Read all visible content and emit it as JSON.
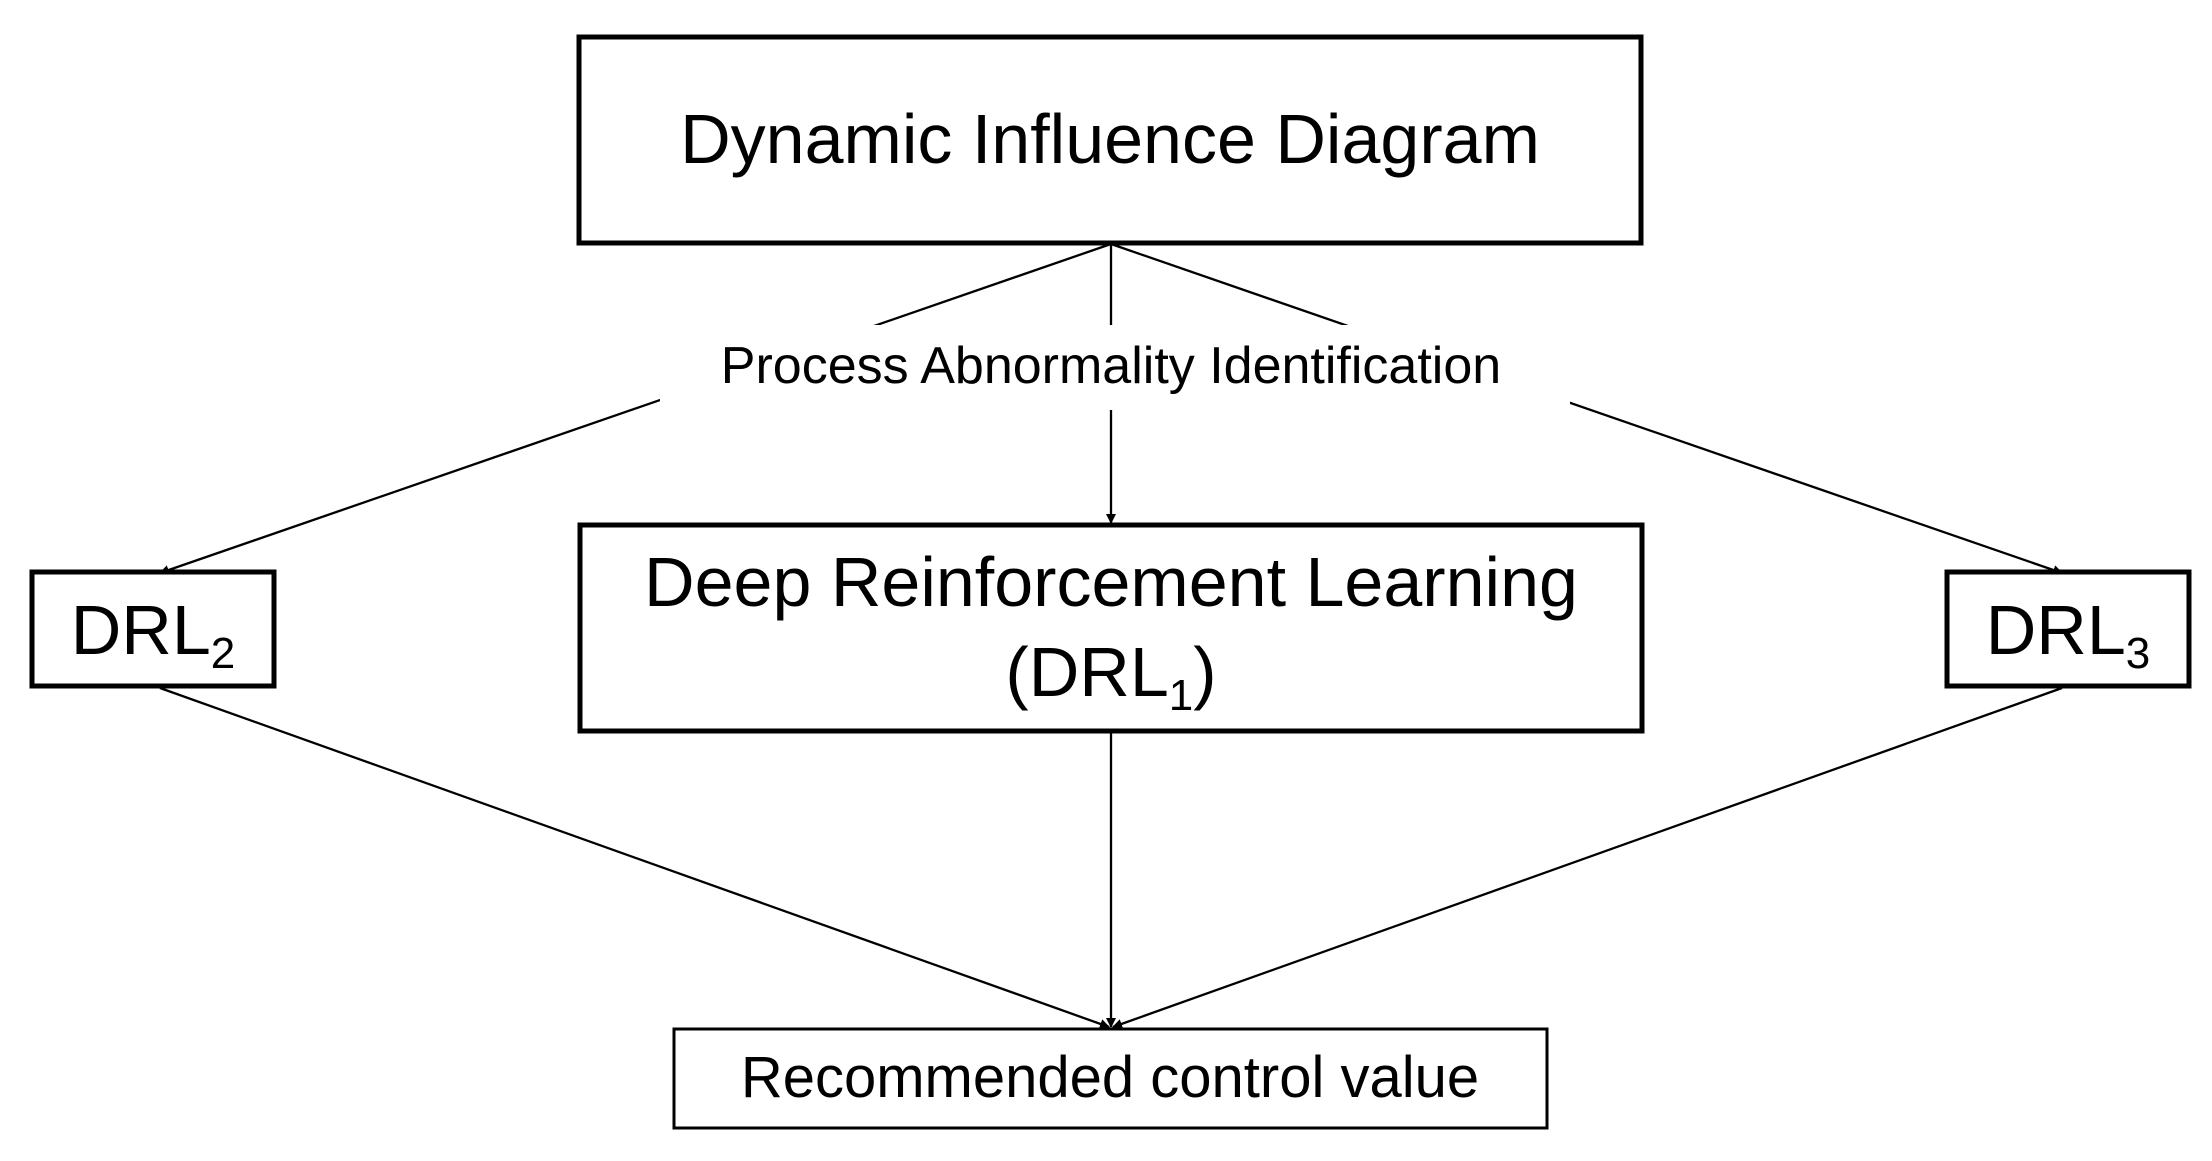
{
  "nodes": {
    "dynamic_influence_diagram": {
      "label": "Dynamic Influence Diagram"
    },
    "drl1": {
      "label_line1": "Deep Reinforcement Learning",
      "label_line2_prefix": "(DRL",
      "label_line2_sub": "1",
      "label_line2_suffix": ")"
    },
    "drl2": {
      "label": "DRL",
      "sub": "2"
    },
    "drl3": {
      "label": "DRL",
      "sub": "3"
    },
    "recommended_control_value": {
      "label": "Recommended control value"
    }
  },
  "edge_label": "Process Abnormality Identification",
  "colors": {
    "stroke": "#000000",
    "background": "#ffffff"
  }
}
